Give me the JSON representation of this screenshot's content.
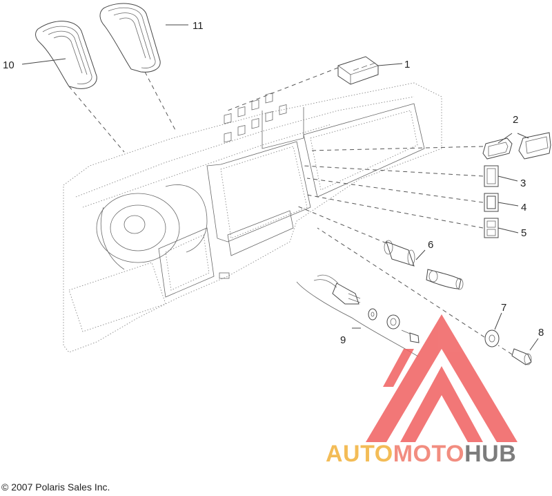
{
  "diagram": {
    "callouts": [
      "1",
      "2",
      "3",
      "4",
      "5",
      "6",
      "7",
      "8",
      "9",
      "10",
      "11"
    ]
  },
  "watermark": {
    "brand_part1": "AUTO",
    "brand_part2": "MOTO",
    "brand_part3": "HUB",
    "colors": {
      "triangle": "#f06060",
      "auto": "#f2b13a",
      "moto": "#f07a6a",
      "hub": "#666666"
    }
  },
  "footer": {
    "copyright": "© 2007 Polaris Sales Inc."
  }
}
